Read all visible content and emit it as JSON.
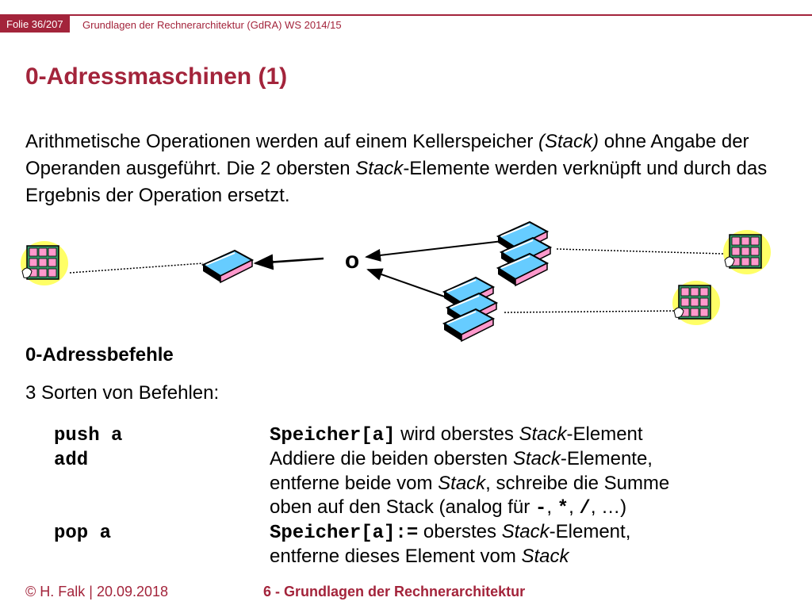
{
  "header": {
    "slide_counter": "Folie 36/207",
    "course": "Grundlagen der Rechnerarchitektur (GdRA) WS 2014/15"
  },
  "title": "0-Adressmaschinen (1)",
  "intro": {
    "p1": "Arithmetische Operationen werden auf einem Kellerspeicher ",
    "stack1": "(Stack)",
    "p2": " ohne Angabe der Operanden ausgeführt. Die 2 obersten ",
    "stack2": "Stack",
    "p3": "-Elemente werden verknüpft und durch das Ergebnis der Operation ersetzt."
  },
  "diagram": {
    "operator_symbol": "o",
    "icons": [
      "memory-cabinet-icon",
      "book-stack-icon"
    ]
  },
  "section": {
    "heading": "0-Adressbefehle",
    "sorts": "3 Sorten von Befehlen:"
  },
  "commands": {
    "push": {
      "name": "push a",
      "mono": "Speicher[a]",
      "text1": " wird oberstes ",
      "it1": "Stack",
      "text2": "-Element"
    },
    "add": {
      "name": "add",
      "l1a": "Addiere die beiden obersten ",
      "l1it": "Stack",
      "l1b": "-Elemente,",
      "l2a": "entferne beide vom ",
      "l2it": "Stack",
      "l2b": ", schreibe die Summe",
      "l3a": "oben auf den Stack (analog für ",
      "op1": "-",
      "sep1": ", ",
      "op2": "*",
      "sep2": ", ",
      "op3": "/",
      "l3b": ", …)"
    },
    "pop": {
      "name": "pop a",
      "mono": "Speicher[a]:=",
      "l1a": " oberstes ",
      "l1it": "Stack",
      "l1b": "-Element,",
      "l2a": "entferne dieses Element vom ",
      "l2it": "Stack"
    }
  },
  "footer": {
    "author": "© H. Falk | 20.09.2018",
    "chapter": "6 - Grundlagen der Rechnerarchitektur"
  }
}
